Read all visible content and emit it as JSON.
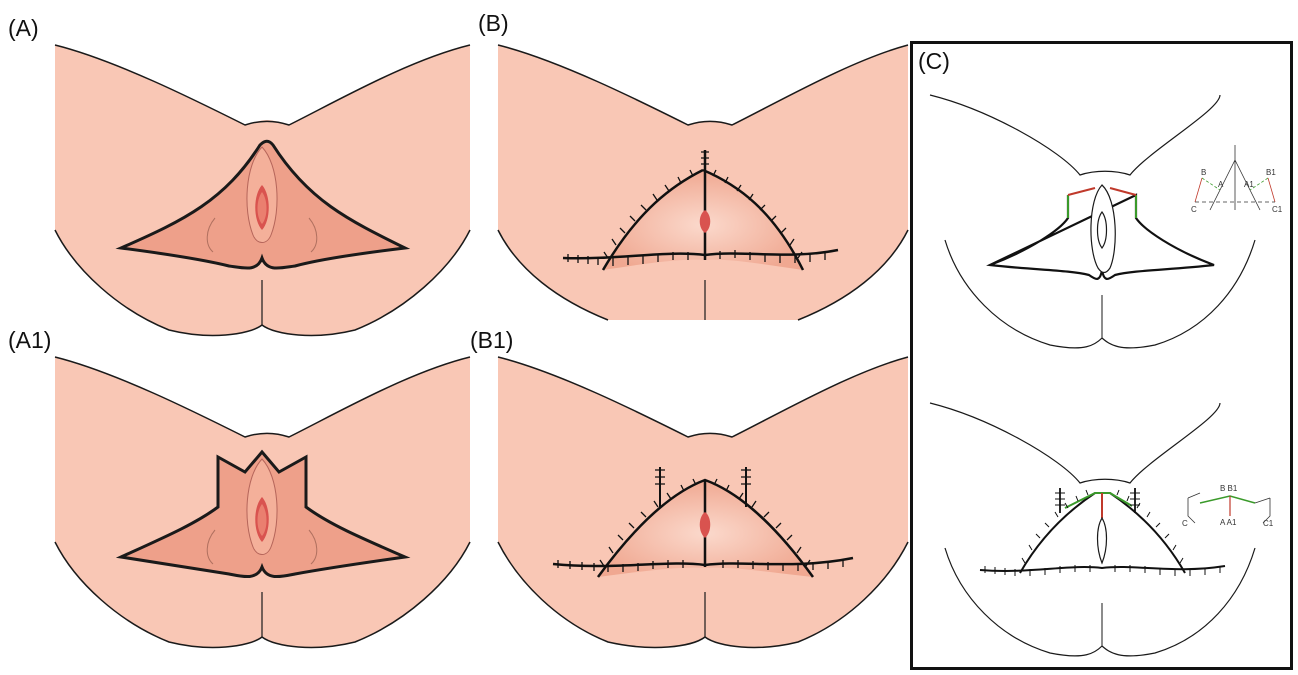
{
  "panels": {
    "a": {
      "label": "(A)"
    },
    "a1": {
      "label": "(A1)"
    },
    "b": {
      "label": "(B)"
    },
    "b1": {
      "label": "(B1)"
    },
    "c": {
      "label": "(C)"
    }
  },
  "colors": {
    "skin": "#f9c7b5",
    "skin_shade": "#f6b8a4",
    "flap_fill": "#eea08a",
    "flap_glow": "#f2a994",
    "core_dark": "#d9534f",
    "core_mid": "#ea7f6f",
    "outline": "#1a1a1a",
    "suture": "#111111",
    "green_line": "#3a9a2a",
    "red_line": "#c0392b",
    "frame": "#111111"
  },
  "schematic": {
    "top_labels": [
      "B",
      "B1",
      "A",
      "A1",
      "C",
      "C1"
    ],
    "bottom_labels": [
      "B",
      "B1",
      "A",
      "A1",
      "C",
      "C1"
    ]
  }
}
